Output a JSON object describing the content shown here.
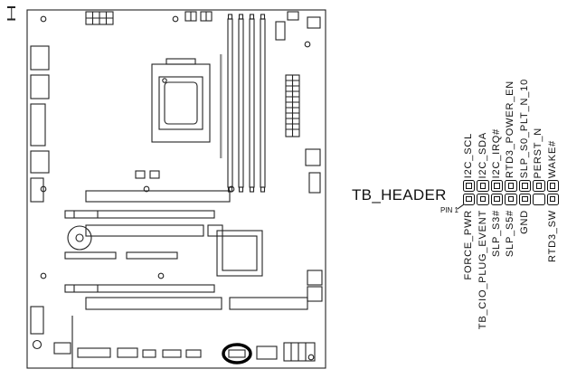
{
  "callout": {
    "title": "TB_HEADER",
    "pin1_label": "PIN 1"
  },
  "pins": {
    "top": [
      "I2C_SCL",
      "I2C_SDA",
      "I2C_IRQ#",
      "RTD3_POWER_EN",
      "SLP_S0_PLT_N_10",
      "PERST_N",
      "WAKE#"
    ],
    "bottom": [
      "FORCE_PWR",
      "TB_CIO_PLUG_EVENT",
      "SLP_S3#",
      "SLP_S5#",
      "GND",
      "",
      "RTD3_SW"
    ]
  },
  "icons": {
    "cursor": "i-beam-text-cursor",
    "highlight": "tb-header-location-circle"
  },
  "colors": {
    "line": "#222222",
    "highlight": "#000000",
    "background": "#ffffff"
  }
}
